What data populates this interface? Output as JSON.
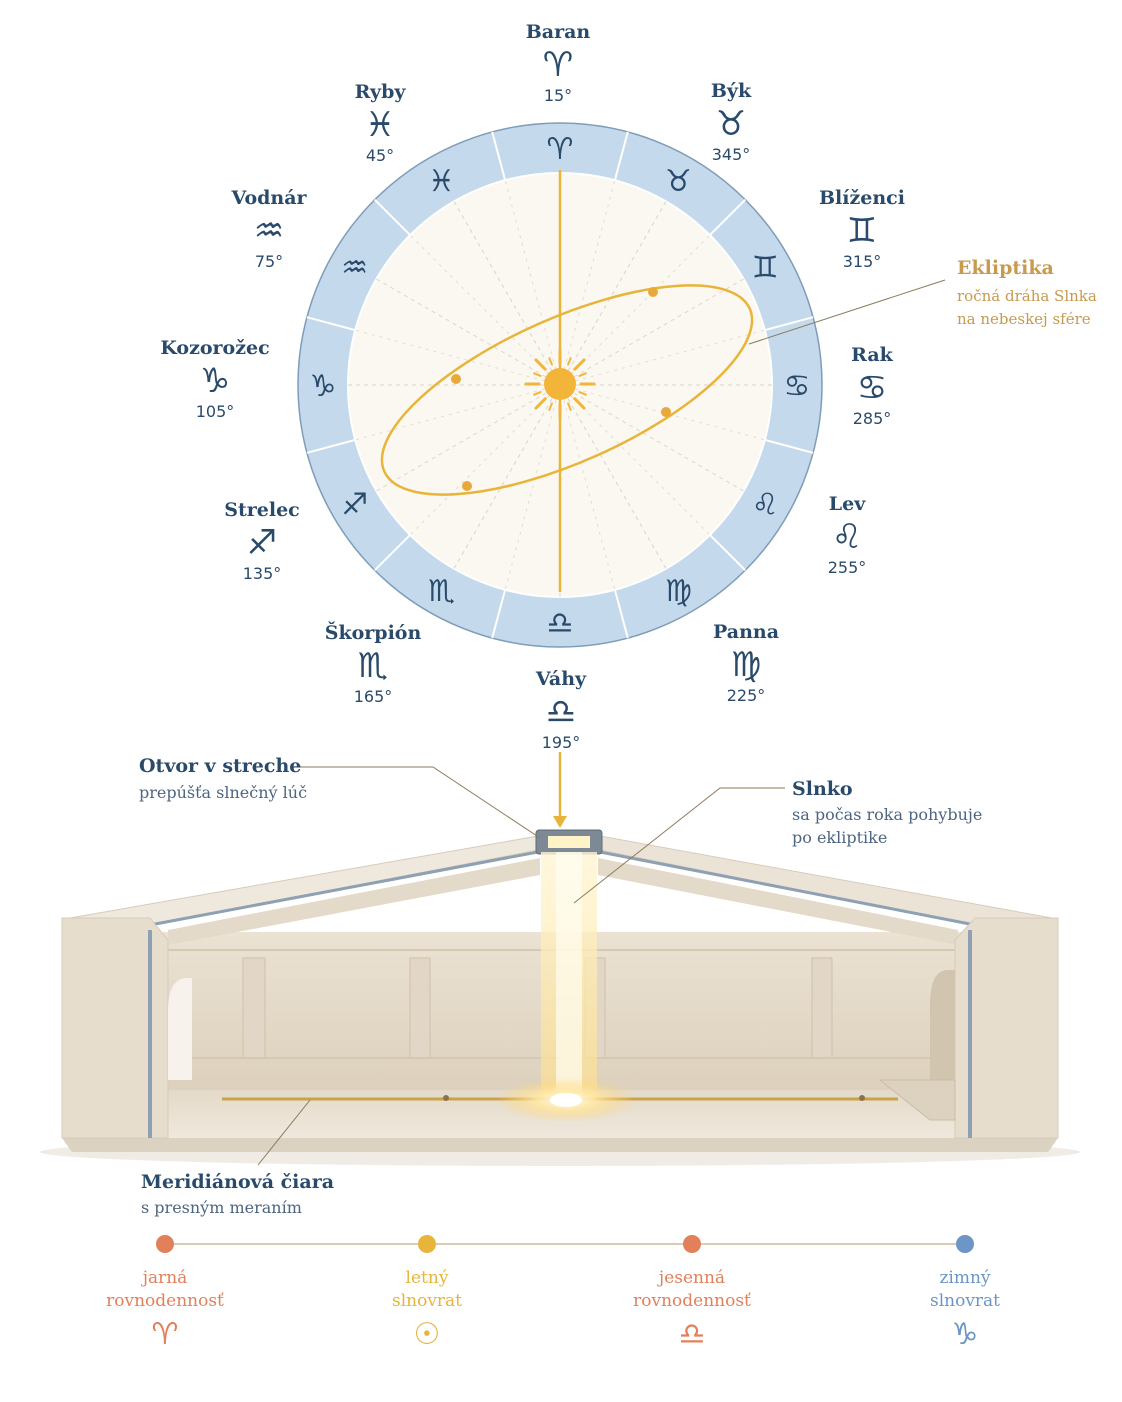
{
  "zodiac_signs": [
    {
      "name": "Baran",
      "glyph": "♈",
      "degree": "15°"
    },
    {
      "name": "Býk",
      "glyph": "♉",
      "degree": "345°"
    },
    {
      "name": "Blíženci",
      "glyph": "♊",
      "degree": "315°"
    },
    {
      "name": "Rak",
      "glyph": "♋",
      "degree": "285°"
    },
    {
      "name": "Lev",
      "glyph": "♌",
      "degree": "255°"
    },
    {
      "name": "Panna",
      "glyph": "♍",
      "degree": "225°"
    },
    {
      "name": "Váhy",
      "glyph": "♎",
      "degree": "195°"
    },
    {
      "name": "Škorpión",
      "glyph": "♏",
      "degree": "165°"
    },
    {
      "name": "Strelec",
      "glyph": "♐",
      "degree": "135°"
    },
    {
      "name": "Kozorožec",
      "glyph": "♑",
      "degree": "105°"
    },
    {
      "name": "Vodnár",
      "glyph": "♒",
      "degree": "75°"
    },
    {
      "name": "Ryby",
      "glyph": "♓",
      "degree": "45°"
    }
  ],
  "ecliptic": {
    "title": "Ekliptika",
    "line1": "ročná dráha Slnka",
    "line2": "na nebeskej sfére"
  },
  "roof_opening": {
    "title": "Otvor v streche",
    "subtitle": "prepúšťa slnečný lúč"
  },
  "sun": {
    "title": "Slnko",
    "line1": "sa počas roka pohybuje",
    "line2": "po ekliptike"
  },
  "meridian": {
    "title": "Meridiánová čiara",
    "subtitle": "s presným meraním"
  },
  "timeline": [
    {
      "line1": "jarná",
      "line2": "rovnodennosť",
      "glyph": "♈",
      "color": "#e2805a"
    },
    {
      "line1": "letný",
      "line2": "slnovrat",
      "glyph": "☉",
      "color": "#e8b43a"
    },
    {
      "line1": "jesenná",
      "line2": "rovnodennosť",
      "glyph": "♎",
      "color": "#e2805a"
    },
    {
      "line1": "zimný",
      "line2": "slnovrat",
      "glyph": "♑",
      "color": "#6b96c6"
    }
  ],
  "colors": {
    "ring": "#c4d9ec",
    "navy": "#2a4a6b",
    "gold": "#e8b43a",
    "ecliptic_label": "#c79a4e",
    "orange": "#e2805a",
    "blue": "#6b96c6"
  }
}
